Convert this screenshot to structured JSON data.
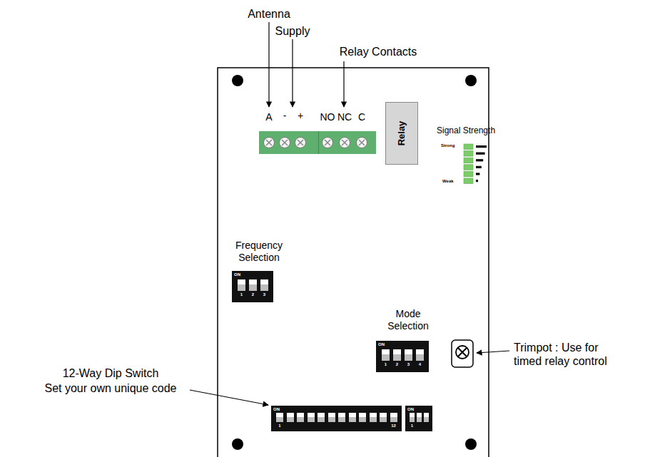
{
  "diagram": {
    "nodes": [
      {
        "text": [
          "Relay"
        ]
      },
      {
        "text": [
          "ON",
          "1",
          "2",
          "3"
        ]
      },
      {
        "text": [
          "ON",
          "1",
          "2",
          "3",
          "4"
        ]
      },
      {
        "text": [
          "ON",
          "1",
          "12"
        ]
      },
      {
        "text": [
          "ON",
          "1"
        ]
      }
    ],
    "labels": [
      "Antenna",
      "Supply",
      "Relay Contacts",
      "A",
      "-",
      "+",
      "NO",
      "NC",
      "C",
      "Signal Strength",
      "Strong",
      "Weak",
      "Frequency Selection",
      "Mode Selection",
      "Trimpot : Use for timed relay control",
      "12-Way Dip Switch",
      "Set your own unique code"
    ]
  }
}
